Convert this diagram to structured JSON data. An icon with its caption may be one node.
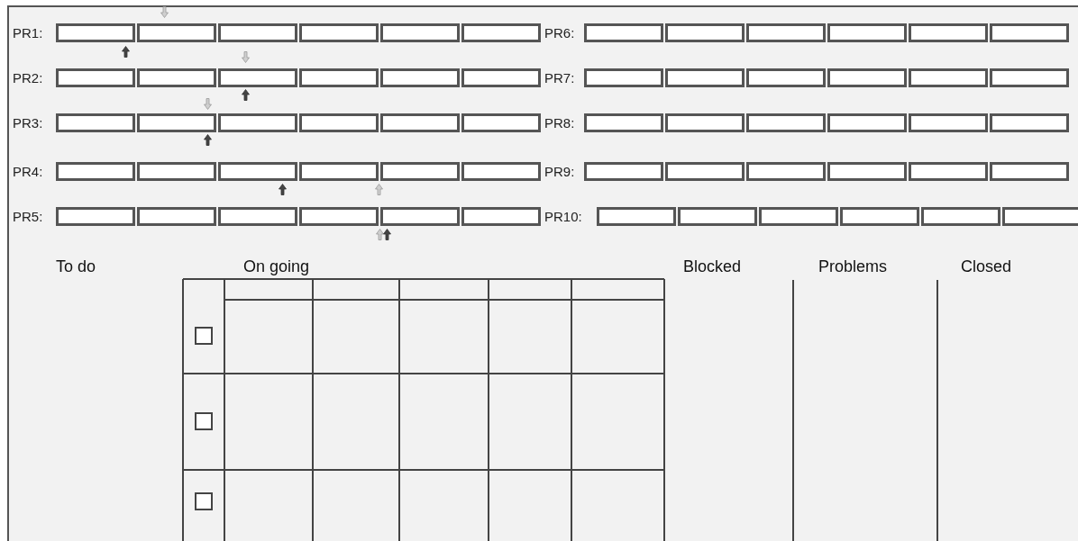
{
  "diagram": {
    "labels": [
      "PR1:",
      "PR6:",
      "PR2:",
      "PR7:",
      "PR3:",
      "PR8:",
      "PR4:",
      "PR9:",
      "PR5:",
      "PR10:",
      "To do",
      "On going",
      "Blocked",
      "Problems",
      "Closed"
    ]
  }
}
